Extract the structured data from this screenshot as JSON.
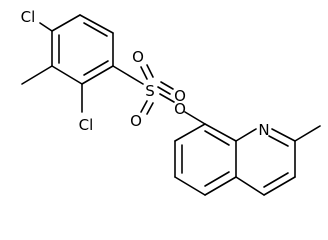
{
  "molecule": {
    "atoms": {
      "cl_top": "Cl",
      "cl_bottom": "Cl",
      "s": "S",
      "o_left": "O",
      "o_right": "O",
      "o_bottom": "O",
      "o_ester": "O",
      "n": "N"
    },
    "colors": {
      "bond": "#000000",
      "label": "#000000",
      "background": "#ffffff"
    }
  }
}
